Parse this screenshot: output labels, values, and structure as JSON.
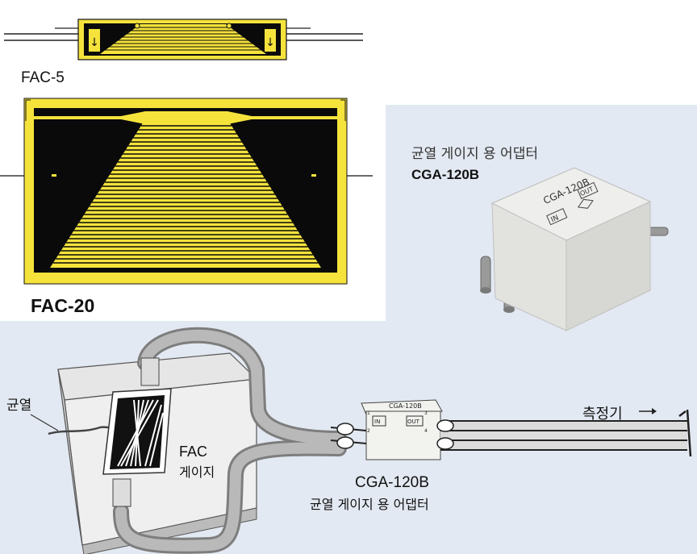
{
  "labels": {
    "fac5": "FAC-5",
    "fac20": "FAC-20",
    "adapter_title": "균열 게이지 용 어댑터",
    "adapter_model": "CGA-120B",
    "crack": "균열",
    "fac_name": "FAC",
    "fac_gauge": "게이지",
    "meter": "측정기",
    "bottom_model": "CGA-120B",
    "bottom_caption": "균열 게이지 용 어댑터"
  },
  "device_marks": {
    "photo_model": "CGA-120B",
    "photo_in": "IN",
    "photo_out": "OUT",
    "box_model": "CGA-120B",
    "box_in": "IN",
    "box_out": "OUT",
    "pin1": "1",
    "pin2": "2",
    "pin3": "3",
    "pin4": "4"
  },
  "colors": {
    "gauge_yellow": "#f5e33c",
    "gauge_black": "#0a0a0a",
    "panel_blue": "#e3e9f2",
    "cable_gray": "#a9a9a9",
    "device_white": "#f2f2ef"
  }
}
